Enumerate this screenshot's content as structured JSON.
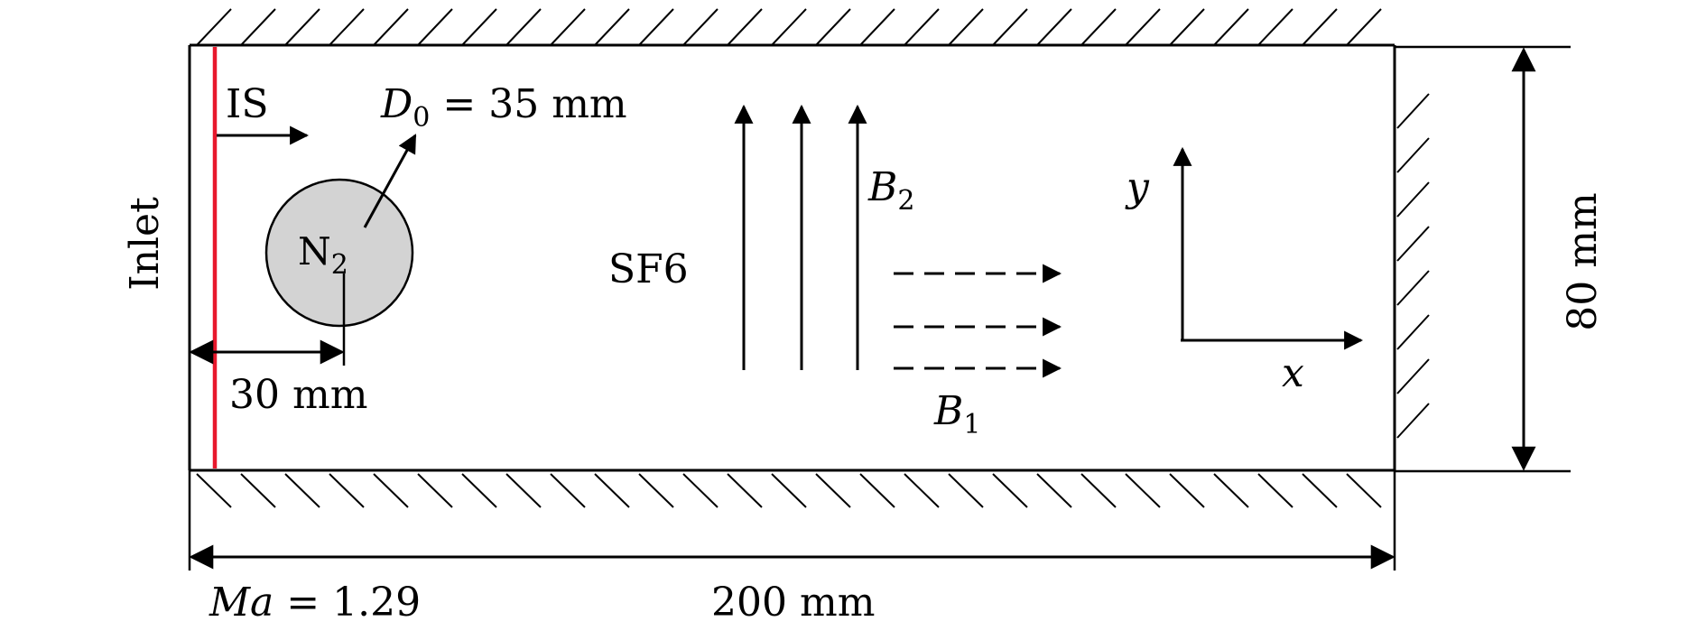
{
  "inlet_label": "Inlet",
  "shock_label": "IS",
  "bubble": {
    "gas": "N",
    "gas_subscript": "2",
    "diameter_symbol": "D",
    "diameter_subscript": "0",
    "diameter_value": " = 35 mm"
  },
  "ambient_gas": "SF6",
  "distance_label": "30 mm",
  "mach_label": {
    "symbol": "Ma",
    "value": " = 1.29"
  },
  "length_label": "200 mm",
  "height_label": "80 mm",
  "boundaries": {
    "b1": {
      "symbol": "B",
      "subscript": "1"
    },
    "b2": {
      "symbol": "B",
      "subscript": "2"
    }
  },
  "axes": {
    "x": "x",
    "y": "y"
  },
  "colors": {
    "shock_line": "#e8182c",
    "bubble_fill": "#d3d3d3",
    "stroke": "#000000"
  }
}
